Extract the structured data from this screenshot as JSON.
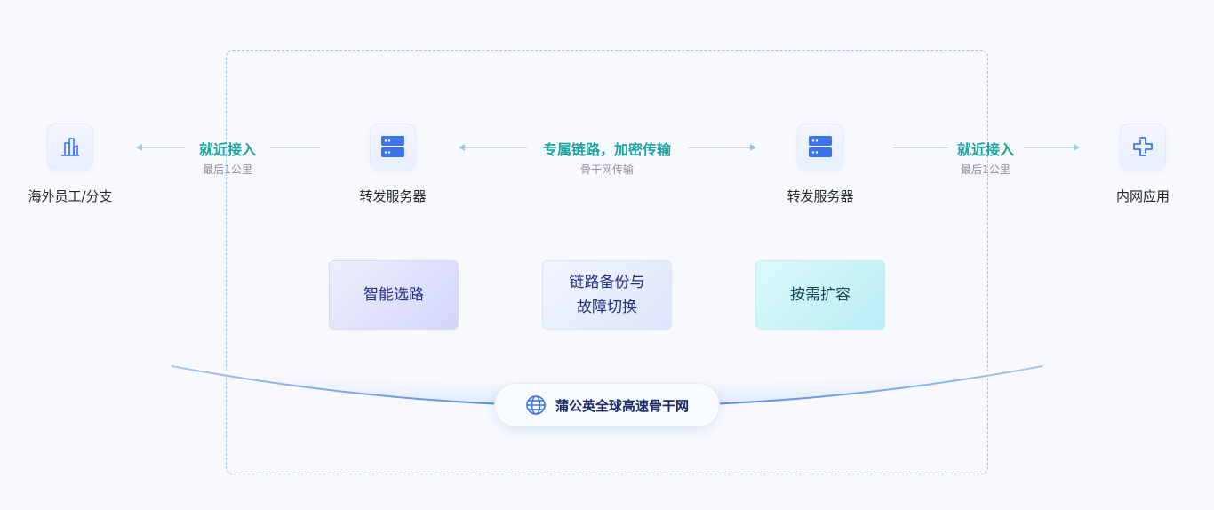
{
  "nodes": {
    "branch": {
      "label": "海外员工/分支",
      "icon": "building-icon"
    },
    "server_left": {
      "label": "转发服务器",
      "icon": "server-icon"
    },
    "server_right": {
      "label": "转发服务器",
      "icon": "server-icon"
    },
    "intranet": {
      "label": "内网应用",
      "icon": "app-cross-icon"
    }
  },
  "edges": {
    "left": {
      "title": "就近接入",
      "subtitle": "最后1公里"
    },
    "middle": {
      "title": "专属链路，加密传输",
      "subtitle": "骨干网传输"
    },
    "right": {
      "title": "就近接入",
      "subtitle": "最后1公里"
    }
  },
  "features": {
    "smart_routing": "智能选路",
    "backup_line1": "链路备份与",
    "backup_line2": "故障切换",
    "scale": "按需扩容"
  },
  "backbone": {
    "label": "蒲公英全球高速骨干网",
    "icon": "globe-icon"
  },
  "colors": {
    "accent_teal": "#1fa3a0",
    "primary_blue": "#3b74e6",
    "dashed_border": "#9cc7ea"
  }
}
